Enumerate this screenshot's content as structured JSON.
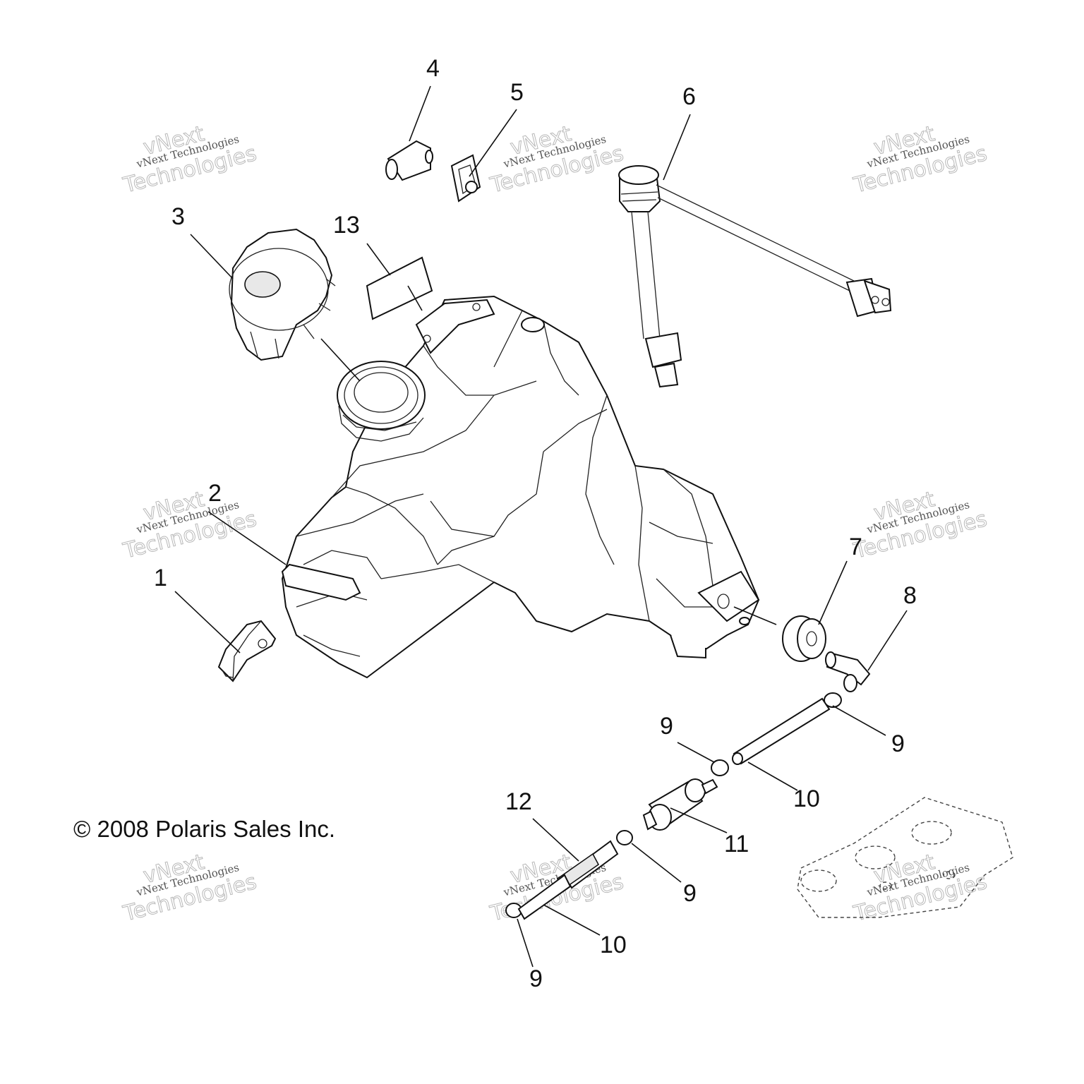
{
  "copyright": "© 2008 Polaris Sales Inc.",
  "watermark": {
    "line1": "vNext",
    "line2": "vNext Technologies",
    "line3": "Technologies"
  },
  "callouts": [
    {
      "id": "c1",
      "text": "1"
    },
    {
      "id": "c2",
      "text": "2"
    },
    {
      "id": "c3",
      "text": "3"
    },
    {
      "id": "c4",
      "text": "4"
    },
    {
      "id": "c5",
      "text": "5"
    },
    {
      "id": "c6",
      "text": "6"
    },
    {
      "id": "c7",
      "text": "7"
    },
    {
      "id": "c8",
      "text": "8"
    },
    {
      "id": "c9a",
      "text": "9"
    },
    {
      "id": "c9b",
      "text": "9"
    },
    {
      "id": "c9c",
      "text": "9"
    },
    {
      "id": "c9d",
      "text": "9"
    },
    {
      "id": "c10a",
      "text": "10"
    },
    {
      "id": "c10b",
      "text": "10"
    },
    {
      "id": "c11",
      "text": "11"
    },
    {
      "id": "c12",
      "text": "12"
    },
    {
      "id": "c13",
      "text": "13"
    }
  ]
}
